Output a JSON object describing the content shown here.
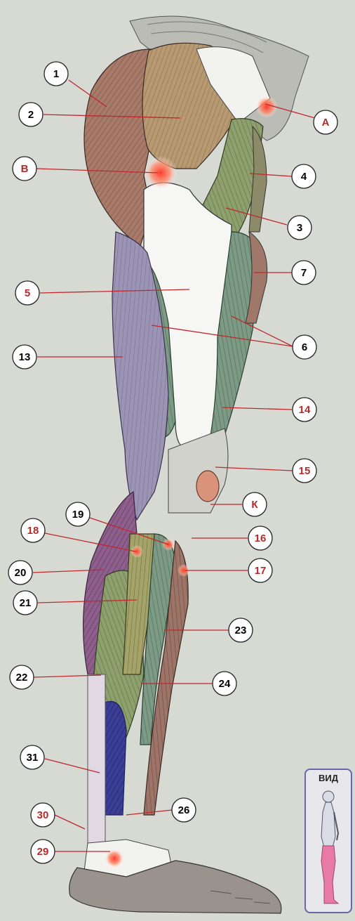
{
  "callouts": [
    {
      "id": "c1",
      "label": "1",
      "color": "#000000"
    },
    {
      "id": "c2",
      "label": "2",
      "color": "#000000"
    },
    {
      "id": "cA",
      "label": "А",
      "color": "#b52a2a"
    },
    {
      "id": "cB",
      "label": "В",
      "color": "#b52a2a"
    },
    {
      "id": "c4",
      "label": "4",
      "color": "#000000"
    },
    {
      "id": "c3",
      "label": "3",
      "color": "#000000"
    },
    {
      "id": "c7",
      "label": "7",
      "color": "#000000"
    },
    {
      "id": "c5",
      "label": "5",
      "color": "#b52a2a"
    },
    {
      "id": "c6",
      "label": "6",
      "color": "#000000"
    },
    {
      "id": "c13",
      "label": "13",
      "color": "#000000"
    },
    {
      "id": "c14",
      "label": "14",
      "color": "#b52a2a"
    },
    {
      "id": "c15",
      "label": "15",
      "color": "#b52a2a"
    },
    {
      "id": "cK",
      "label": "К",
      "color": "#b52a2a"
    },
    {
      "id": "c19",
      "label": "19",
      "color": "#000000"
    },
    {
      "id": "c18",
      "label": "18",
      "color": "#b52a2a"
    },
    {
      "id": "c16",
      "label": "16",
      "color": "#b52a2a"
    },
    {
      "id": "c17",
      "label": "17",
      "color": "#b52a2a"
    },
    {
      "id": "c20",
      "label": "20",
      "color": "#000000"
    },
    {
      "id": "c21",
      "label": "21",
      "color": "#000000"
    },
    {
      "id": "c23",
      "label": "23",
      "color": "#000000"
    },
    {
      "id": "c22",
      "label": "22",
      "color": "#000000"
    },
    {
      "id": "c24",
      "label": "24",
      "color": "#000000"
    },
    {
      "id": "c31",
      "label": "31",
      "color": "#000000"
    },
    {
      "id": "c26",
      "label": "26",
      "color": "#000000"
    },
    {
      "id": "c30",
      "label": "30",
      "color": "#b52a2a"
    },
    {
      "id": "c29",
      "label": "29",
      "color": "#b52a2a"
    }
  ],
  "view_box": {
    "label": "ВИД"
  },
  "colors": {
    "leader_line": "#c0282d",
    "callout_fill": "#ffffff",
    "callout_stroke": "#222222"
  }
}
